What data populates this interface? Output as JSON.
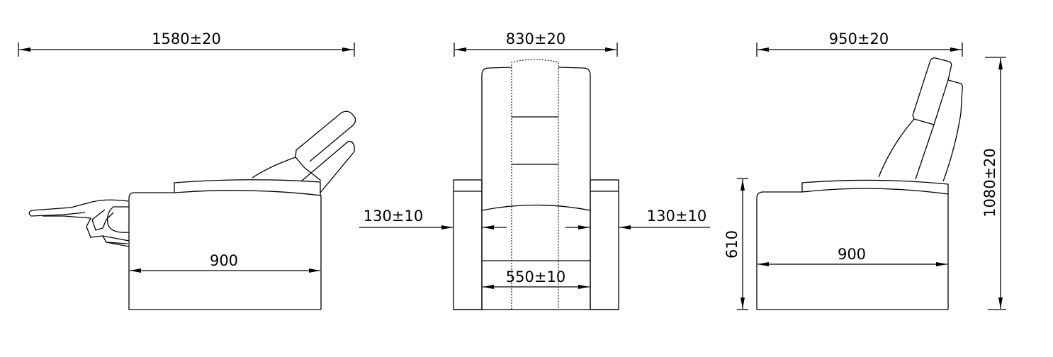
{
  "side_view_reclined": {
    "overall_length": "1580±20",
    "seat_depth": "900"
  },
  "front_view": {
    "overall_width": "830±20",
    "arm_width_left": "130±10",
    "arm_width_right": "130±10",
    "seat_width": "550±10"
  },
  "side_view_upright": {
    "overall_depth": "950±20",
    "seat_depth": "900",
    "arm_height": "610",
    "overall_height": "1080±20"
  }
}
